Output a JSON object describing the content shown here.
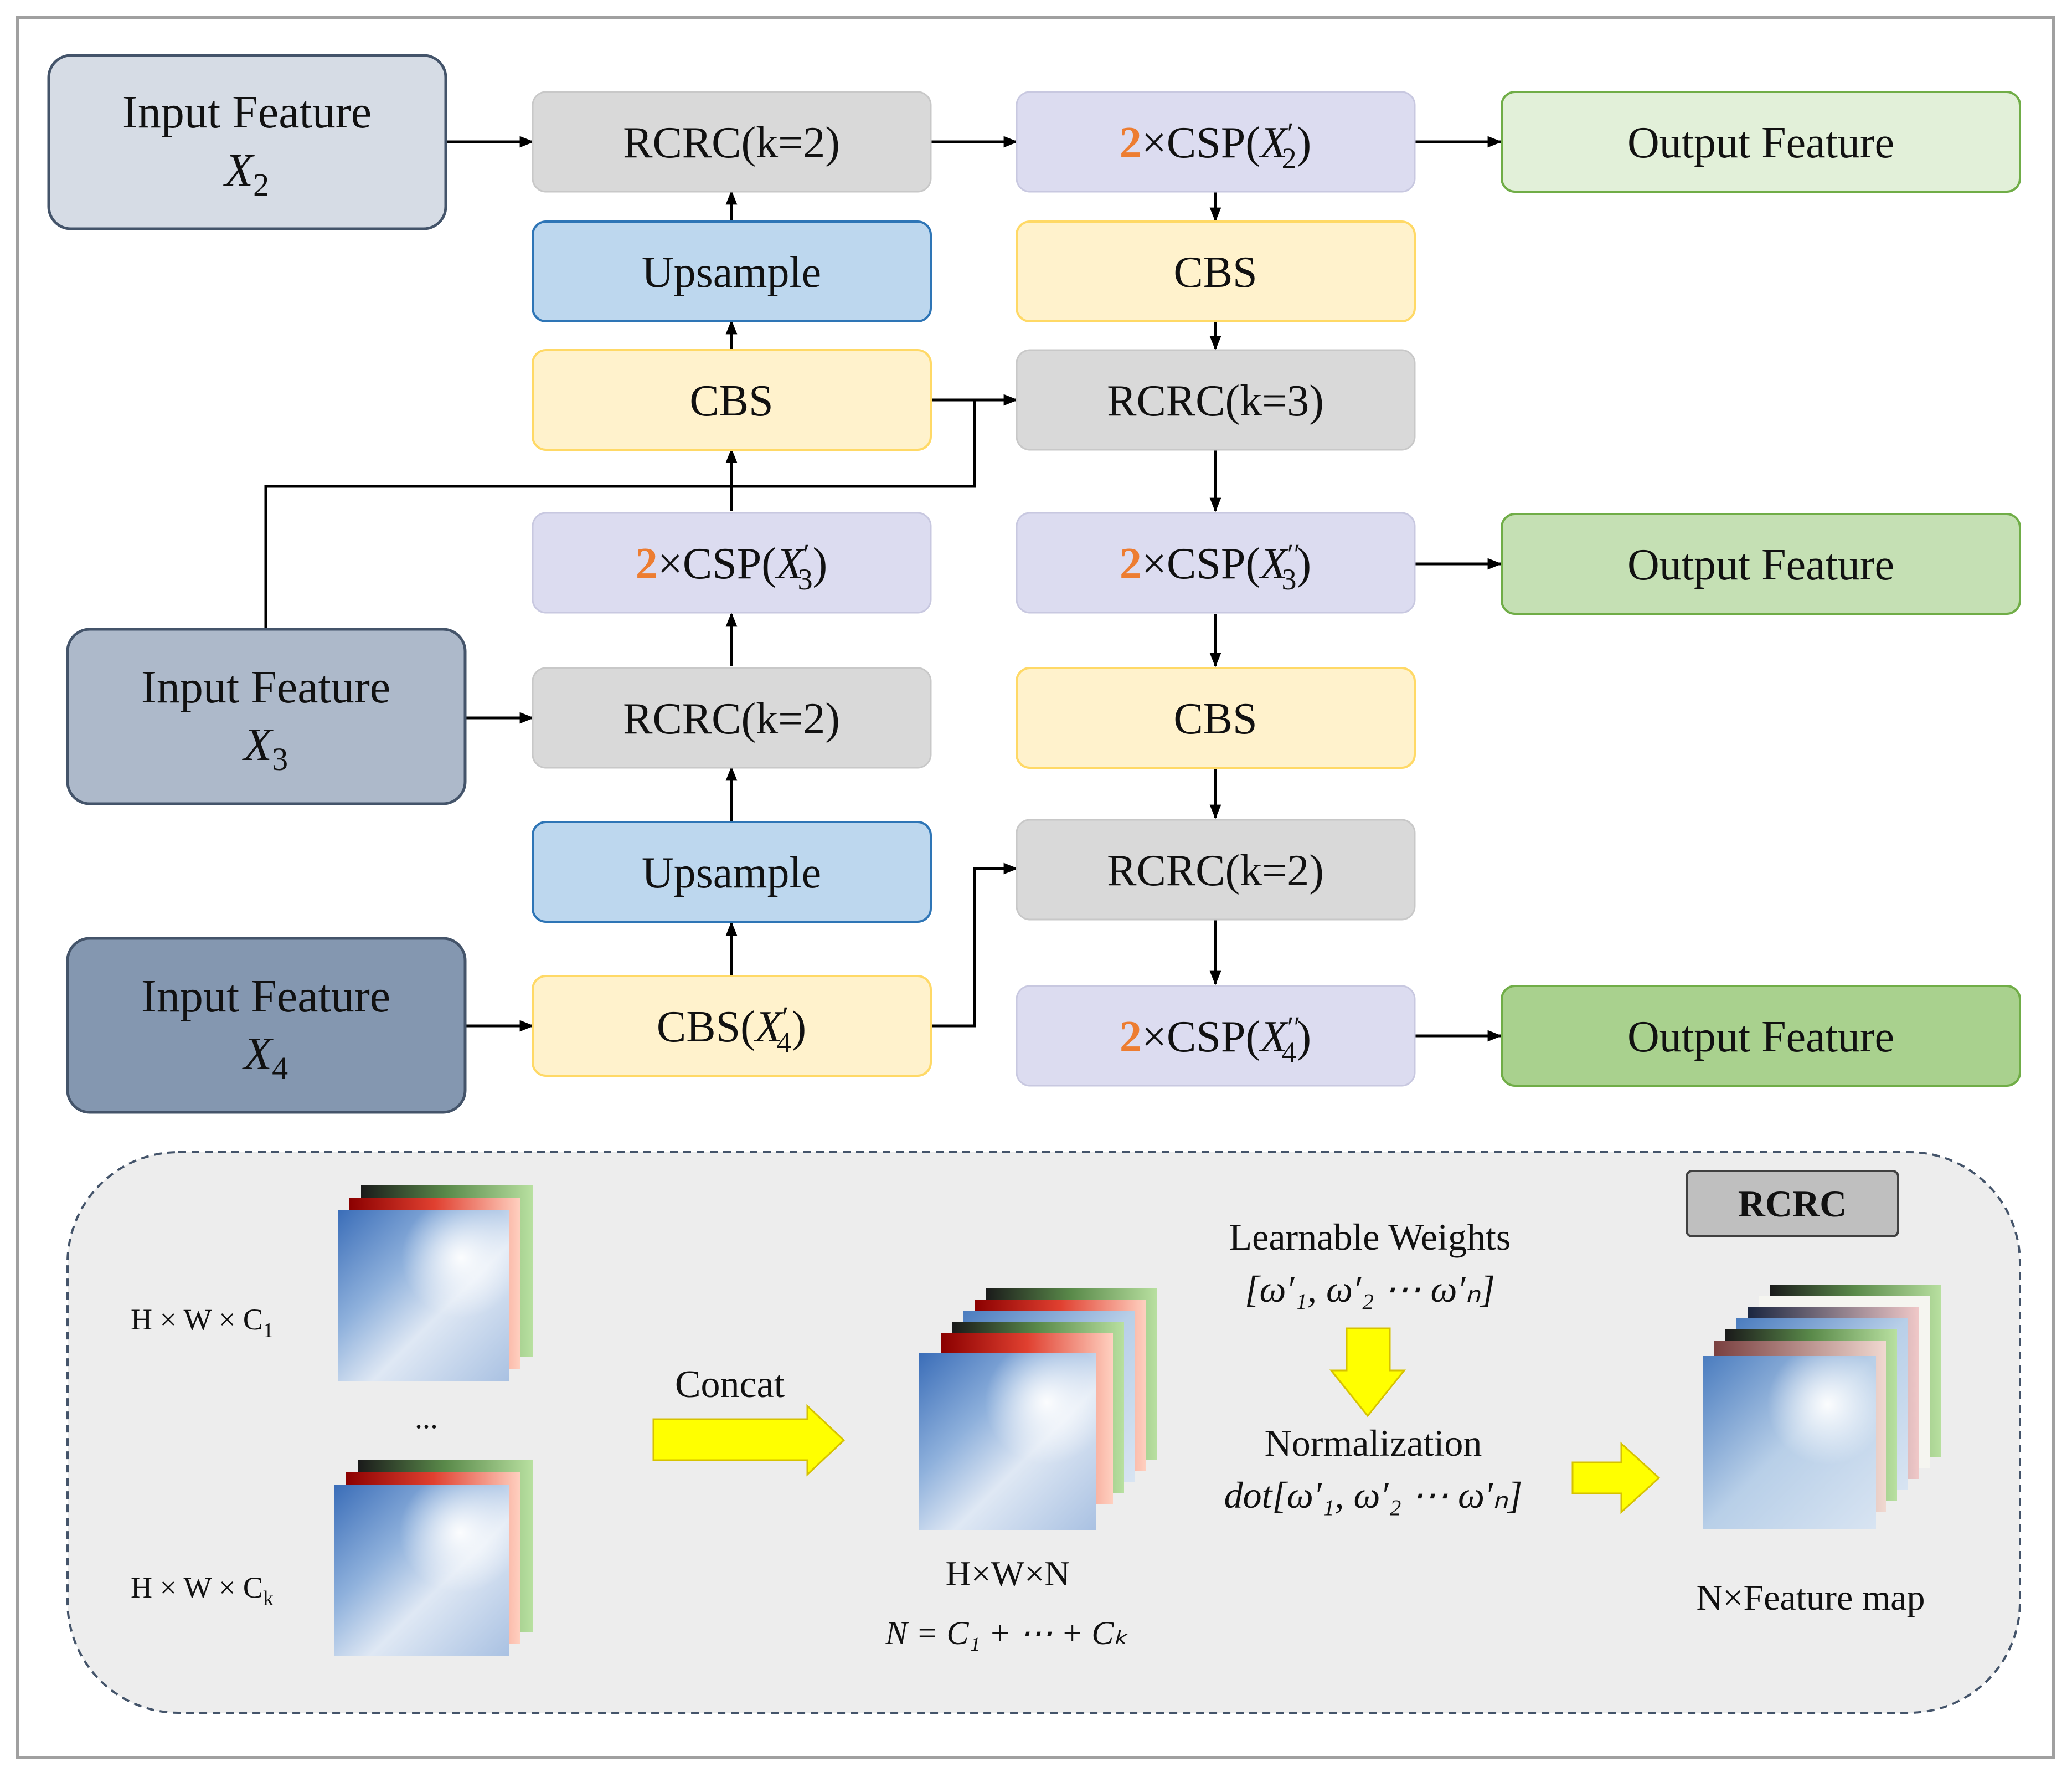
{
  "colors": {
    "input_x2": "#d6dce5",
    "input_x3": "#adb9ca",
    "input_x4": "#8497b0",
    "input_border": "#44546a",
    "rcrc": "#d9d9d9",
    "csp": "#dcdcf0",
    "upsample": "#bdd7ee",
    "upsample_border": "#2e75b6",
    "cbs": "#fff2cc",
    "cbs_border": "#ffd966",
    "output_1": "#e2f0d9",
    "output_2": "#c5e0b4",
    "output_3": "#a9d18e",
    "output_border": "#70ad47",
    "accent_orange": "#ed7d31",
    "yellow_arrow": "#ffff00",
    "rcrc_panel": "#ededed"
  },
  "inputs": {
    "x2": {
      "title": "Input Feature",
      "sym": "X",
      "sub": "2"
    },
    "x3": {
      "title": "Input Feature",
      "sym": "X",
      "sub": "3"
    },
    "x4": {
      "title": "Input Feature",
      "sym": "X",
      "sub": "4"
    }
  },
  "left_column": {
    "rcrc_top": "RCRC(k=2)",
    "upsample_top": "Upsample",
    "cbs_mid": "CBS",
    "csp_x3": {
      "mult": "2",
      "text": "×CSP(",
      "sym": "X",
      "prime": "′",
      "sub": "3",
      "close": ")"
    },
    "rcrc_mid": "RCRC(k=2)",
    "upsample_bottom": "Upsample",
    "cbs_x4": {
      "text": "CBS(",
      "sym": "X",
      "prime": "′",
      "sub": "4",
      "close": ")"
    }
  },
  "right_column": {
    "csp_x2": {
      "mult": "2",
      "text": "×CSP(",
      "sym": "X",
      "prime": "′",
      "sub": "2",
      "close": ")"
    },
    "cbs_top": "CBS",
    "rcrc_k3": "RCRC(k=3)",
    "csp_x3pp": {
      "mult": "2",
      "text": "×CSP(",
      "sym": "X",
      "prime": "′′",
      "sub": "3",
      "close": ")"
    },
    "cbs_mid": "CBS",
    "rcrc_k2": "RCRC(k=2)",
    "csp_x4pp": {
      "mult": "2",
      "text": "×CSP(",
      "sym": "X",
      "prime": "′′",
      "sub": "4",
      "close": ")"
    }
  },
  "outputs": [
    "Output Feature",
    "Output Feature",
    "Output Feature"
  ],
  "rcrc_panel": {
    "tag": "RCRC",
    "input_top_label": "H × W × C",
    "input_top_sub": "1",
    "ellipsis": "...",
    "input_bottom_label": "H × W × C",
    "input_bottom_sub": "k",
    "concat": "Concat",
    "concat_dims": "H×W×N",
    "concat_eq": "N = C₁ + ⋯ + Cₖ",
    "learnable": "Learnable Weights",
    "weights": "[ω′₁, ω′₂ ⋯ ω′ₙ]",
    "normalization": "Normalization",
    "dot": "dot[ω′₁, ω′₂ ⋯ ω′ₙ]",
    "output": "N×Feature map"
  }
}
